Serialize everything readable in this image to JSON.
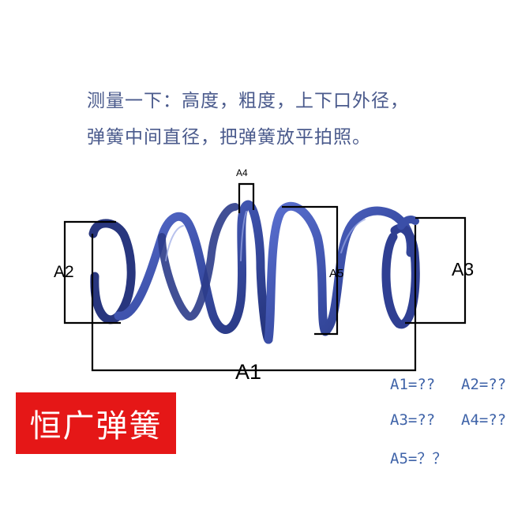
{
  "instructions": {
    "line1": "测量一下：高度，粗度，上下口外径，",
    "line2": "弹簧中间直径，把弹簧放平拍照。"
  },
  "dimension_labels": {
    "a1": "A1",
    "a2": "A2",
    "a3": "A3",
    "a4": "A4",
    "a5": "A5"
  },
  "answers": {
    "a1": "A1=??",
    "a2": "A2=??",
    "a3": "A3=??",
    "a4": "A4=??",
    "a5": "A5=？？"
  },
  "brand": {
    "label": "恒广弹簧",
    "background": "#e51717",
    "text_color": "#ffffff"
  },
  "colors": {
    "spring": "#3b4fa8",
    "instruction_text": "#4a5a8c",
    "answer_text": "#3f63a8",
    "dimension_lines": "#000000"
  }
}
